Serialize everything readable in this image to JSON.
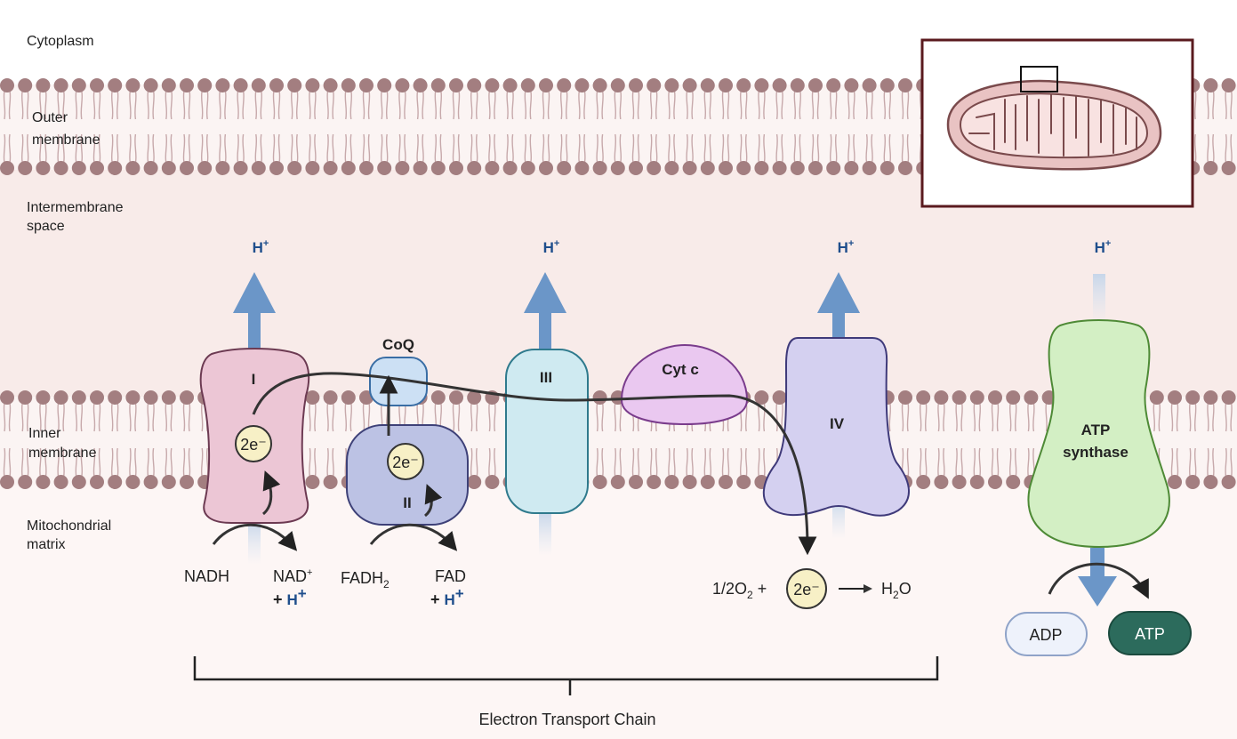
{
  "regions": {
    "cytoplasm": "Cytoplasm",
    "outer_membrane": [
      "Outer",
      "membrane"
    ],
    "intermembrane_space": [
      "Intermembrane",
      "space"
    ],
    "inner_membrane": [
      "Inner",
      "membrane"
    ],
    "matrix": [
      "Mitochondrial",
      "matrix"
    ]
  },
  "complexes": {
    "c1": "I",
    "c2": "II",
    "c3": "III",
    "c4": "IV",
    "coq": "CoQ",
    "cytc": "Cyt c",
    "atp_synthase": [
      "ATP",
      "synthase"
    ]
  },
  "proton": {
    "symbol": "H",
    "sup": "+"
  },
  "electron_label": "2e⁻",
  "reactions": {
    "nadh": "NADH",
    "nad": "NAD",
    "nad_sup": "+",
    "plus_h_prefix": "+ ",
    "fadh2_base": "FADH",
    "fadh2_sub": "2",
    "fad": "FAD",
    "oxygen_prefix": "1/2O",
    "oxygen_sub": "2",
    "oxygen_plus": " +",
    "water_h": "H",
    "water_sub": "2",
    "water_o": "O"
  },
  "atp": {
    "adp": "ADP",
    "atp": "ATP"
  },
  "chain_label": "Electron Transport Chain",
  "colors": {
    "lipid_head": "#a37e80",
    "lipid_tail": "#c7a9ab",
    "intermembrane_bg": "#f8ebe9",
    "matrix_bg": "#fdf6f5",
    "proton_arrow": "#6b96c8",
    "proton_text": "#1f4e8c",
    "inset_border": "#5a1a1e"
  }
}
